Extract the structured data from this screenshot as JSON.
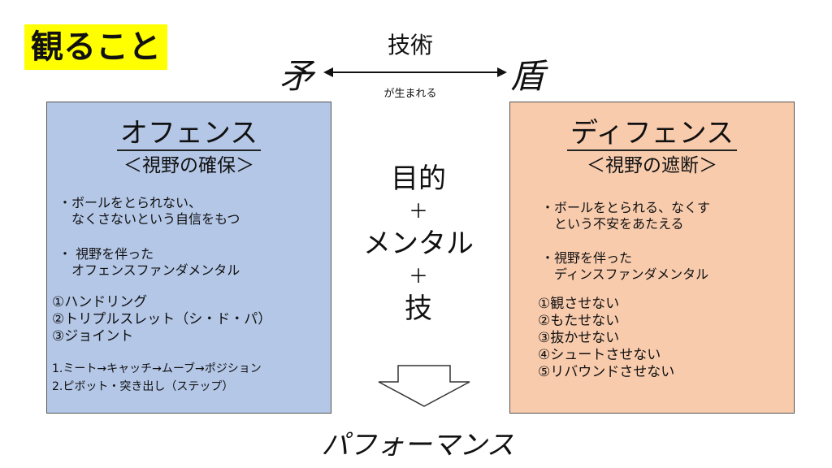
{
  "title": "観ること",
  "contradiction": {
    "left": "矛",
    "right": "盾",
    "technique": "技術",
    "born": "が生まれる"
  },
  "offense": {
    "title": "オフェンス",
    "subtitle": "＜視野の確保＞",
    "lines": [
      "・ボールをとられない、",
      "　なくさないという自信をもつ",
      "・ 視野を伴った",
      "　オフェンスファンダメンタル"
    ],
    "circled": [
      "①ハンドリング",
      "②トリプルスレット（シ・ド・パ）",
      "③ジョイント"
    ],
    "steps": [
      "1.ミート→キャッチ→ムーブ→ポジション",
      "2.ピボット・突き出し（ステップ）"
    ]
  },
  "defense": {
    "title": "ディフェンス",
    "subtitle": "＜視野の遮断＞",
    "lines": [
      "・ボールをとられる、なくす",
      "　という不安をあたえる",
      "・視野を伴った",
      "　ディンスファンダメンタル"
    ],
    "circled": [
      "①観させない",
      "②もたせない",
      "③抜かせない",
      "④シュートさせない",
      "⑤リバウンドさせない"
    ]
  },
  "center": {
    "word1": "目的",
    "plus1": "＋",
    "word2": "メンタル",
    "plus2": "＋",
    "word3": "技"
  },
  "result": "パフォーマンス",
  "colors": {
    "title_bg": "#ffff00",
    "offense_bg": "#b4c7e7",
    "defense_bg": "#f8cbad"
  }
}
